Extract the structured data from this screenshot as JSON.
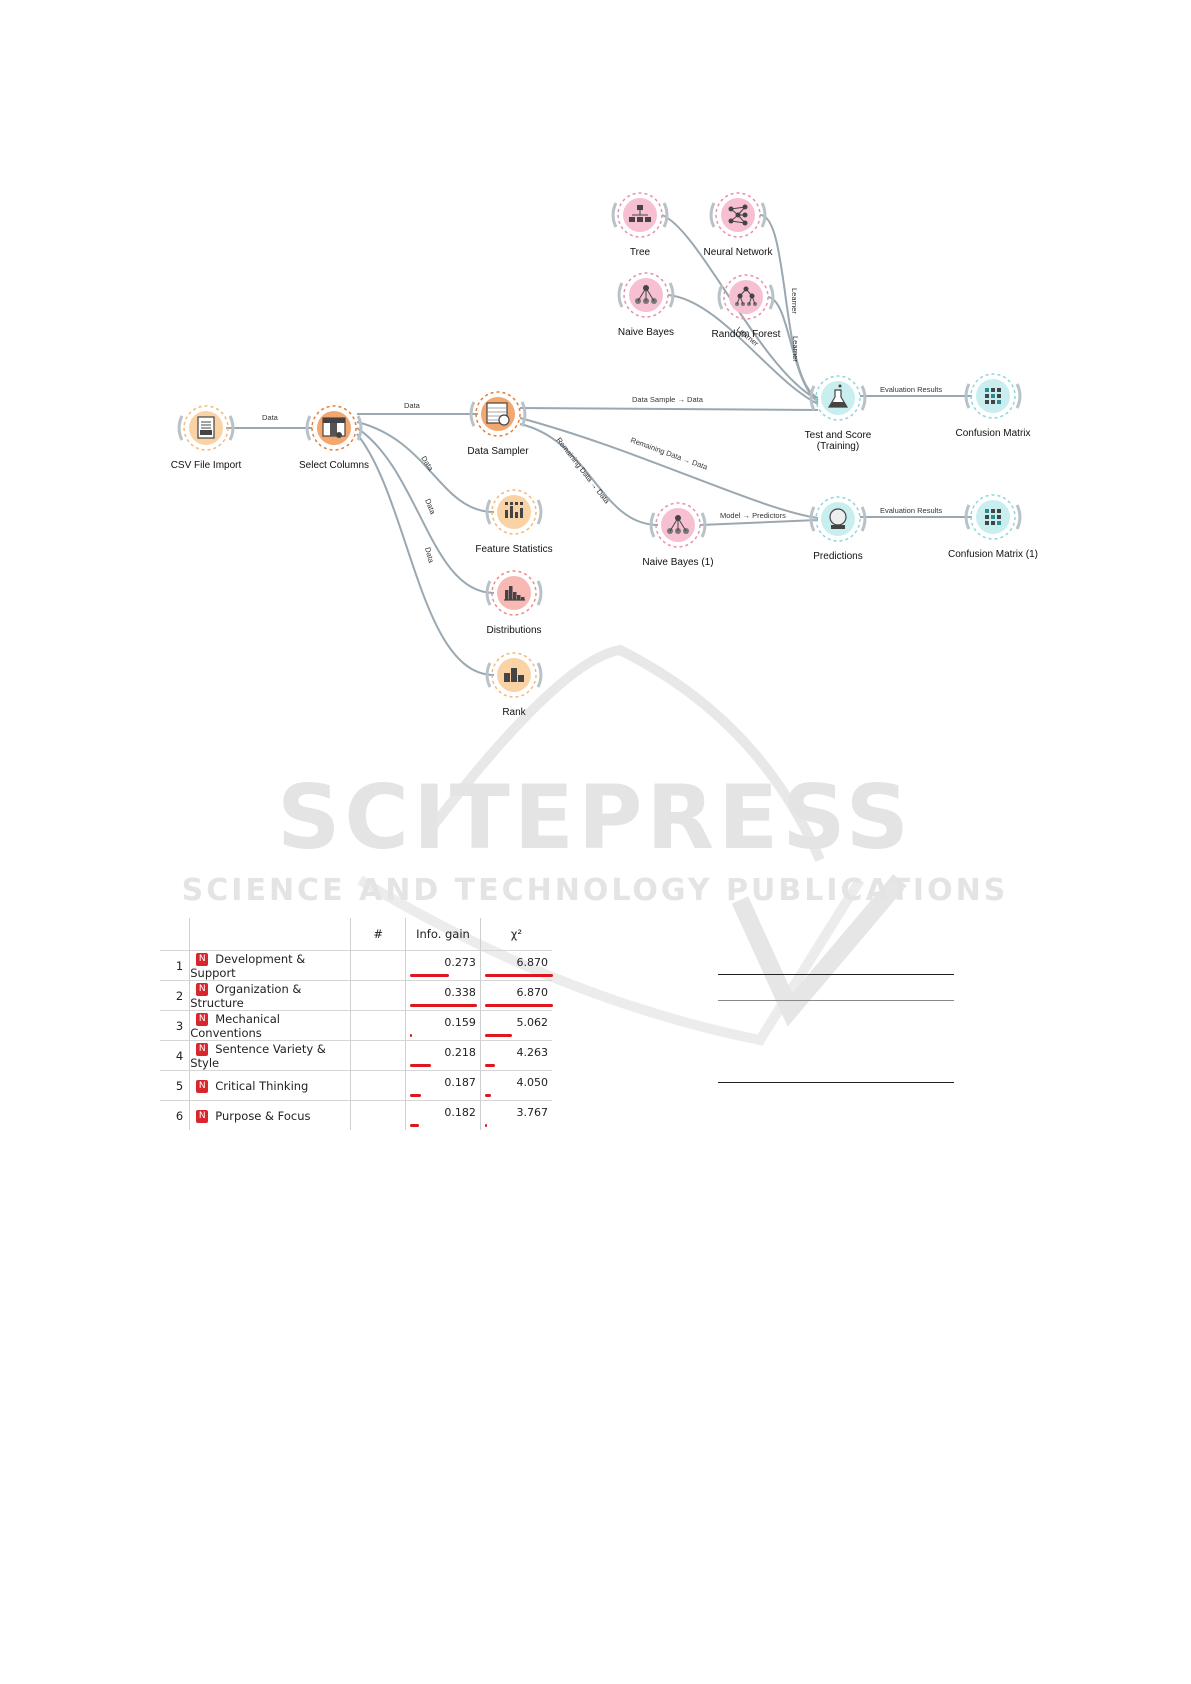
{
  "workflow": {
    "nodes": [
      {
        "id": "csv",
        "label": "CSV File Import",
        "icon": "csv-file-icon",
        "color": "#f9d3a5",
        "ring": "#f4b87b"
      },
      {
        "id": "select",
        "label": "Select Columns",
        "icon": "select-columns-icon",
        "color": "#f4a66f",
        "ring": "#e57f3a"
      },
      {
        "id": "sampler",
        "label": "Data Sampler",
        "icon": "data-sampler-icon",
        "color": "#f4a66f",
        "ring": "#e57f3a"
      },
      {
        "id": "featstats",
        "label": "Feature Statistics",
        "icon": "feature-statistics-icon",
        "color": "#f9d3a5",
        "ring": "#f4b87b"
      },
      {
        "id": "distributions",
        "label": "Distributions",
        "icon": "distributions-icon",
        "color": "#f8b8b4",
        "ring": "#ee8c86"
      },
      {
        "id": "rank",
        "label": "Rank",
        "icon": "rank-icon",
        "color": "#f9d3a5",
        "ring": "#f4b87b"
      },
      {
        "id": "tree",
        "label": "Tree",
        "icon": "tree-icon",
        "color": "#f6c0d2",
        "ring": "#ec8fb0"
      },
      {
        "id": "nn",
        "label": "Neural Network",
        "icon": "neural-network-icon",
        "color": "#f6c0d2",
        "ring": "#ec8fb0"
      },
      {
        "id": "nb",
        "label": "Naive Bayes",
        "icon": "naive-bayes-icon",
        "color": "#f6c0d2",
        "ring": "#ec8fb0"
      },
      {
        "id": "rf",
        "label": "Random Forest",
        "icon": "random-forest-icon",
        "color": "#f6c0d2",
        "ring": "#ec8fb0"
      },
      {
        "id": "nb1",
        "label": "Naive Bayes (1)",
        "icon": "naive-bayes-icon",
        "color": "#f6c0d2",
        "ring": "#ec8fb0"
      },
      {
        "id": "testscore",
        "label": "Test and Score",
        "label2": "(Training)",
        "icon": "test-and-score-icon",
        "color": "#c9eef0",
        "ring": "#8fd6dc"
      },
      {
        "id": "predictions",
        "label": "Predictions",
        "icon": "predictions-icon",
        "color": "#c9eef0",
        "ring": "#8fd6dc"
      },
      {
        "id": "cm",
        "label": "Confusion Matrix",
        "icon": "confusion-matrix-icon",
        "color": "#c9eef0",
        "ring": "#8fd6dc"
      },
      {
        "id": "cm1",
        "label": "Confusion Matrix (1)",
        "icon": "confusion-matrix-icon",
        "color": "#c9eef0",
        "ring": "#8fd6dc"
      }
    ],
    "links": [
      {
        "from": "csv",
        "to": "select",
        "label": "Data"
      },
      {
        "from": "select",
        "to": "sampler",
        "label": "Data"
      },
      {
        "from": "select",
        "to": "featstats",
        "label": "Data"
      },
      {
        "from": "select",
        "to": "distributions",
        "label": "Data"
      },
      {
        "from": "select",
        "to": "rank",
        "label": "Data"
      },
      {
        "from": "sampler",
        "to": "testscore",
        "label": "Data Sample → Data"
      },
      {
        "from": "sampler",
        "to": "predictions",
        "label": "Remaining Data → Data"
      },
      {
        "from": "sampler",
        "to": "nb1",
        "label": "Remaining Data → Data"
      },
      {
        "from": "nn",
        "to": "testscore",
        "label": "Learner"
      },
      {
        "from": "rf",
        "to": "testscore",
        "label": "Learner"
      },
      {
        "from": "nb",
        "to": "testscore",
        "label": "Learner"
      },
      {
        "from": "tree",
        "to": "testscore",
        "label": ""
      },
      {
        "from": "nb1",
        "to": "predictions",
        "label": "Model → Predictors"
      },
      {
        "from": "testscore",
        "to": "cm",
        "label": "Evaluation Results"
      },
      {
        "from": "predictions",
        "to": "cm1",
        "label": "Evaluation Results"
      }
    ]
  },
  "watermark": {
    "line1": "SCITEPRESS",
    "line2": "SCIENCE AND TECHNOLOGY PUBLICATIONS"
  },
  "rank_table": {
    "headers": {
      "num": "",
      "name": "",
      "hash": "#",
      "info_gain": "Info. gain",
      "chi2": "χ²"
    },
    "type_badge": "N",
    "rows": [
      {
        "num": "1",
        "name": "Development & Support",
        "info_gain": "0.273",
        "chi2": "6.870",
        "ig_frac": 0.55,
        "chi_frac": 1.0
      },
      {
        "num": "2",
        "name": "Organization & Structure",
        "info_gain": "0.338",
        "chi2": "6.870",
        "ig_frac": 0.95,
        "chi_frac": 1.0
      },
      {
        "num": "3",
        "name": "Mechanical Conventions",
        "info_gain": "0.159",
        "chi2": "5.062",
        "ig_frac": 0.03,
        "chi_frac": 0.4
      },
      {
        "num": "4",
        "name": "Sentence Variety & Style",
        "info_gain": "0.218",
        "chi2": "4.263",
        "ig_frac": 0.3,
        "chi_frac": 0.15
      },
      {
        "num": "5",
        "name": "Critical Thinking",
        "info_gain": "0.187",
        "chi2": "4.050",
        "ig_frac": 0.15,
        "chi_frac": 0.09
      },
      {
        "num": "6",
        "name": "Purpose & Focus",
        "info_gain": "0.182",
        "chi2": "3.767",
        "ig_frac": 0.12,
        "chi_frac": 0.02
      }
    ]
  }
}
